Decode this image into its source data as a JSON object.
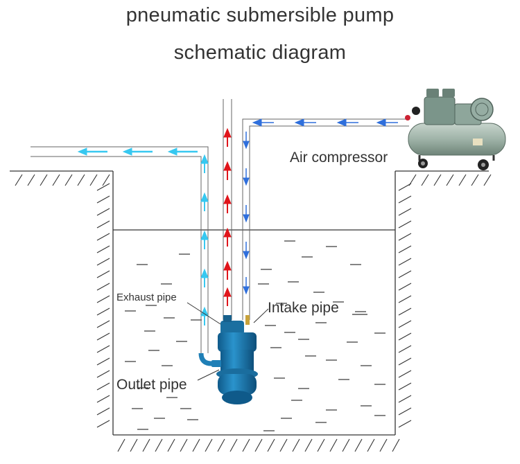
{
  "title": {
    "line1": "pneumatic submersible pump",
    "line2": "schematic diagram"
  },
  "labels": {
    "air_compressor": "Air compressor",
    "exhaust_pipe": "Exhaust pipe",
    "intake_pipe": "Intake pipe",
    "outlet_pipe": "Outlet pipe"
  },
  "colors": {
    "outlet_flow": "#37c8f0",
    "exhaust_flow": "#e0151b",
    "intake_flow": "#2f6fdc",
    "pump_body": "#1f7fb6",
    "compressor_tank": "#9fb3a8",
    "pipe_line": "#555555"
  },
  "icons": [
    "air-compressor-icon",
    "pump-icon",
    "flow-arrow-icon"
  ]
}
